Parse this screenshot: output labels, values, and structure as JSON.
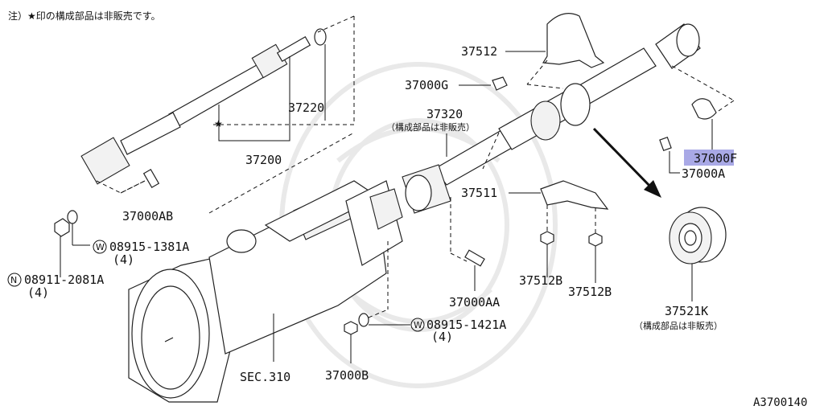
{
  "note": "注）★印の構成部品は非販売です。",
  "figure_id": "A3700140",
  "highlight_color": "#a9a9e6",
  "labels": {
    "p37512": "37512",
    "p37000G": "37000G",
    "p37220": "37220",
    "p37320": "37320",
    "p37320_note": "（構成部品は非販売）",
    "p37200": "37200",
    "p37000F": "37000F",
    "p37000A": "37000A",
    "p37511": "37511",
    "p37000AB": "37000AB",
    "p08915_1381A": "08915-1381A",
    "p08915_1381A_qty": "(4)",
    "p08911_2081A": "08911-2081A",
    "p08911_2081A_qty": "(4)",
    "p37512B_1": "37512B",
    "p37512B_2": "37512B",
    "p37000AA": "37000AA",
    "p37521K": "37521K",
    "p37521K_note": "（構成部品は非販売）",
    "w08915_1421A": "08915-1421A",
    "w08915_1421A_qty": "(4)",
    "sec310": "SEC.310",
    "p37000B": "37000B",
    "star": "★",
    "w_mark": "W",
    "n_mark": "N"
  }
}
